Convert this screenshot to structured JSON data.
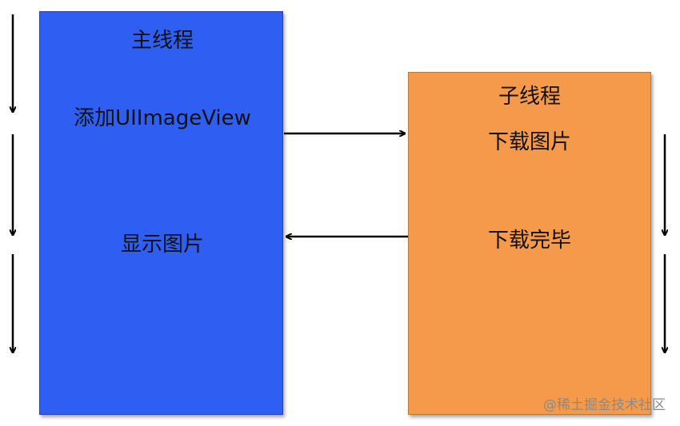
{
  "main_thread": {
    "title": "主线程",
    "step1": "添加UIImageView",
    "step2": "显示图片",
    "color": "#2f5ff2"
  },
  "sub_thread": {
    "title": "子线程",
    "step1": "下载图片",
    "step2": "下载完毕",
    "color": "#f49a4a"
  },
  "watermark": "@稀土掘金技术社区"
}
